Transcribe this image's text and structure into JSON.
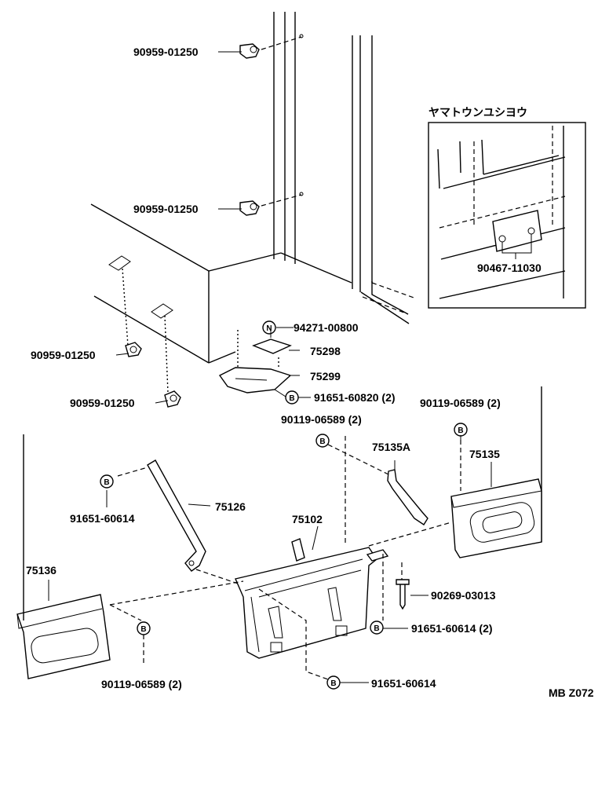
{
  "labels": {
    "p1": "90959-01250",
    "p2": "90959-01250",
    "p3": "90959-01250",
    "p4": "90959-01250",
    "p5": "94271-00800",
    "p6": "75298",
    "p7": "75299",
    "p8": "91651-60820 (2)",
    "p9": "90119-06589 (2)",
    "p10": "90119-06589 (2)",
    "p11": "75135A",
    "p12": "75135",
    "p13": "91651-60614",
    "p14": "75126",
    "p15": "75102",
    "p16": "75136",
    "p17": "90269-03013",
    "p18": "91651-60614 (2)",
    "p19": "90119-06589 (2)",
    "p20": "91651-60614",
    "inset_part": "90467-11030"
  },
  "inset": {
    "title": "ヤマトウンユシヨウ"
  },
  "badges": {
    "b": "B",
    "n": "N"
  },
  "code": "MB Z072"
}
